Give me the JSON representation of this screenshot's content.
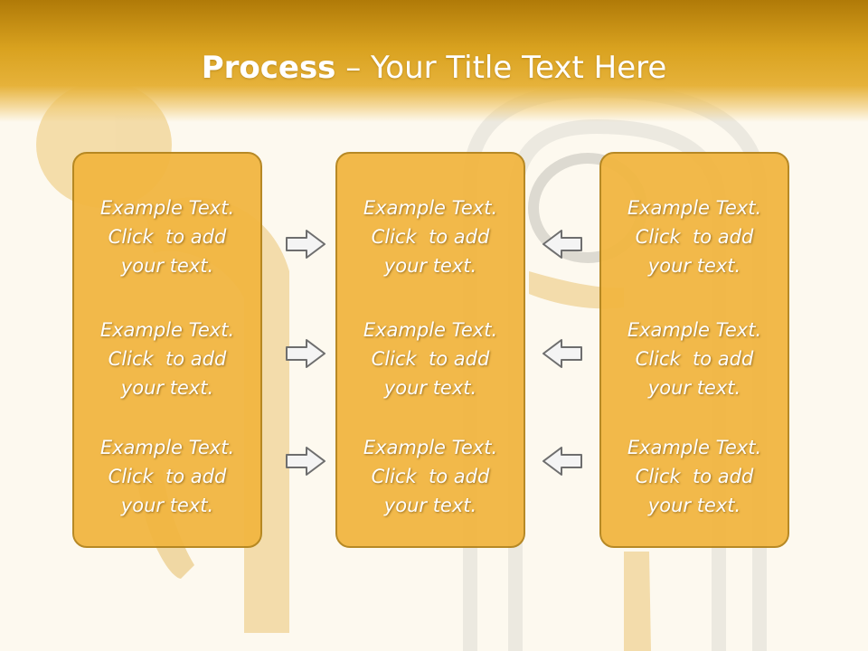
{
  "slide": {
    "title_bold": "Process",
    "title_rest": " – Your Title Text Here"
  },
  "columns": [
    {
      "items": [
        {
          "line1": "Example Text.",
          "line2": "Click  to add",
          "line3": "your text."
        },
        {
          "line1": "Example Text.",
          "line2": "Click  to add",
          "line3": "your text."
        },
        {
          "line1": "Example Text.",
          "line2": "Click  to add",
          "line3": "your text."
        }
      ]
    },
    {
      "items": [
        {
          "line1": "Example Text.",
          "line2": "Click  to add",
          "line3": "your text."
        },
        {
          "line1": "Example Text.",
          "line2": "Click  to add",
          "line3": "your text."
        },
        {
          "line1": "Example Text.",
          "line2": "Click  to add",
          "line3": "your text."
        }
      ]
    },
    {
      "items": [
        {
          "line1": "Example Text.",
          "line2": "Click  to add",
          "line3": "your text."
        },
        {
          "line1": "Example Text.",
          "line2": "Click  to add",
          "line3": "your text."
        },
        {
          "line1": "Example Text.",
          "line2": "Click  to add",
          "line3": "your text."
        }
      ]
    }
  ],
  "colors": {
    "header": "#d9a21f",
    "box_fill": "#f2b640",
    "box_border": "#b3831a",
    "arrow_fill": "#f4f4f4",
    "arrow_stroke": "#6e6e6e"
  }
}
